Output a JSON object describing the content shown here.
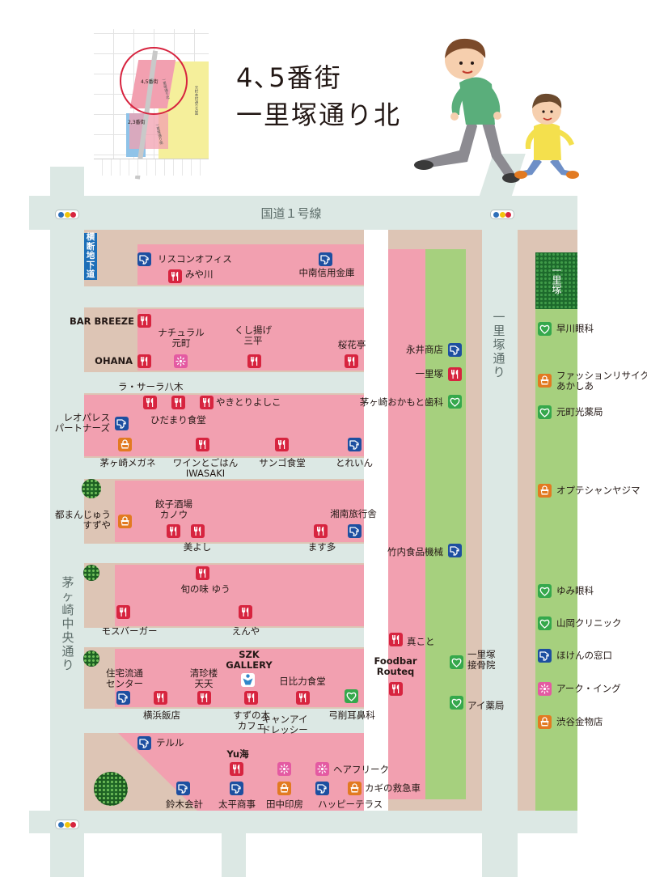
{
  "title": {
    "line1": "4､5番街",
    "line2": "一里塚通り北"
  },
  "streets": {
    "kokudo": "国道１号線",
    "ichirizuka": [
      "一",
      "里",
      "塚",
      "通",
      "り"
    ],
    "chigasaki": [
      "茅",
      "ヶ",
      "崎",
      "中",
      "央",
      "通",
      "り"
    ],
    "crossing": [
      "横",
      "断",
      "地",
      "下",
      "道"
    ]
  },
  "landmark": {
    "name": "一里塚"
  },
  "inset": {
    "circle_label": "4,5番街",
    "left_label": "2,3番街",
    "road_a": "一里塚通り北",
    "road_b": "一里塚通り南",
    "road_c": "元町本村通り方面"
  },
  "colors": {
    "food": "#d7243f",
    "office": "#1d4fa0",
    "shop": "#e27a21",
    "medical": "#35a84c",
    "beauty": "#e45aa2",
    "pink_block": "#f2a0b0",
    "green_block": "#a6d07e",
    "road": "#dce8e4",
    "tan": "#ddc5b5"
  },
  "places": [
    {
      "icon": "office-icon",
      "kind": "office",
      "label": "リスコンオフィス"
    },
    {
      "icon": "food-icon",
      "kind": "food",
      "label": "みや川"
    },
    {
      "icon": "office-icon",
      "kind": "office",
      "label": "中南信用金庫"
    },
    {
      "icon": "food-icon",
      "kind": "food",
      "label": "BAR BREEZE"
    },
    {
      "icon": "beauty-icon",
      "kind": "beauty",
      "label": "ナチュラル\n元町"
    },
    {
      "icon": "food-icon",
      "kind": "food",
      "label": "くし揚げ\n三平"
    },
    {
      "icon": "food-icon",
      "kind": "food",
      "label": "桜花亭"
    },
    {
      "icon": "food-icon",
      "kind": "food",
      "label": "OHANA"
    },
    {
      "icon": "office-icon",
      "kind": "office",
      "label": "永井商店"
    },
    {
      "icon": "food-icon",
      "kind": "food",
      "label": "一里塚"
    },
    {
      "icon": "medical-icon",
      "kind": "medical",
      "label": "茅ヶ崎おかもと歯科"
    },
    {
      "icon": "food-icon",
      "kind": "food",
      "label": "ラ・サーラ八木"
    },
    {
      "icon": "food-icon",
      "kind": "food",
      "label": "ひだまり食堂"
    },
    {
      "icon": "food-icon",
      "kind": "food",
      "label": "やきとりよしこ"
    },
    {
      "icon": "office-icon",
      "kind": "office",
      "label": "レオパレス\nパートナーズ"
    },
    {
      "icon": "shop-icon",
      "kind": "shop",
      "label": "茅ヶ崎メガネ"
    },
    {
      "icon": "food-icon",
      "kind": "food",
      "label": "ワインとごはん\nIWASAKI"
    },
    {
      "icon": "food-icon",
      "kind": "food",
      "label": "サンゴ食堂"
    },
    {
      "icon": "office-icon",
      "kind": "office",
      "label": "とれいん"
    },
    {
      "icon": "food-icon",
      "kind": "food",
      "label": "餃子酒場\nカノウ"
    },
    {
      "icon": "food-icon",
      "kind": "food",
      "label": "美よし"
    },
    {
      "icon": "food-icon",
      "kind": "food",
      "label": "ます多"
    },
    {
      "icon": "shop-icon",
      "kind": "shop",
      "label": "都まんじゅう\nすずや"
    },
    {
      "icon": "office-icon",
      "kind": "office",
      "label": "湘南旅行舎"
    },
    {
      "icon": "office-icon",
      "kind": "office",
      "label": "竹内食品機械"
    },
    {
      "icon": "food-icon",
      "kind": "food",
      "label": "旬の味 ゆう"
    },
    {
      "icon": "food-icon",
      "kind": "food",
      "label": "モスバーガー"
    },
    {
      "icon": "food-icon",
      "kind": "food",
      "label": "えんや"
    },
    {
      "icon": "food-icon",
      "kind": "food",
      "label": "真こと"
    },
    {
      "icon": "food-icon",
      "kind": "food",
      "label": "Foodbar\nRouteq"
    },
    {
      "icon": "medical-icon",
      "kind": "medical",
      "label": "一里塚\n接骨院"
    },
    {
      "icon": "medical-icon",
      "kind": "medical",
      "label": "アイ薬局"
    },
    {
      "icon": "office-icon",
      "kind": "office",
      "label": "住宅流通\nセンター"
    },
    {
      "icon": "food-icon",
      "kind": "food",
      "label": "横浜飯店"
    },
    {
      "icon": "food-icon",
      "kind": "food",
      "label": "清珍楼\n天天"
    },
    {
      "icon": "gallery-icon",
      "kind": "gallery",
      "label": "SZK\nGALLERY"
    },
    {
      "icon": "food-icon",
      "kind": "food",
      "label": "すずの木\nカフェ"
    },
    {
      "icon": "food-icon",
      "kind": "food",
      "label": "日比力食堂"
    },
    {
      "icon": "medical-icon",
      "kind": "medical",
      "label": "弓削耳鼻科"
    },
    {
      "icon": "office-icon",
      "kind": "office",
      "label": "テルル"
    },
    {
      "icon": "food-icon",
      "kind": "food",
      "label": "Yu海"
    },
    {
      "icon": "beauty-icon",
      "kind": "beauty",
      "label": "キャンアイ\nドレッシー"
    },
    {
      "icon": "beauty-icon",
      "kind": "beauty",
      "label": "ヘアフリーク"
    },
    {
      "icon": "office-icon",
      "kind": "office",
      "label": "鈴木会計"
    },
    {
      "icon": "office-icon",
      "kind": "office",
      "label": "太平商事"
    },
    {
      "icon": "shop-icon",
      "kind": "shop",
      "label": "田中印房"
    },
    {
      "icon": "office-icon",
      "kind": "office",
      "label": "ハッピーテラス"
    },
    {
      "icon": "shop-icon",
      "kind": "shop",
      "label": "カギの救急車"
    },
    {
      "icon": "medical-icon",
      "kind": "medical",
      "label": "早川眼科"
    },
    {
      "icon": "shop-icon",
      "kind": "shop",
      "label": "ファッションリサイクル\nあかしあ"
    },
    {
      "icon": "medical-icon",
      "kind": "medical",
      "label": "元町光薬局"
    },
    {
      "icon": "shop-icon",
      "kind": "shop",
      "label": "オプテシャンヤジマ"
    },
    {
      "icon": "medical-icon",
      "kind": "medical",
      "label": "ゆみ眼科"
    },
    {
      "icon": "medical-icon",
      "kind": "medical",
      "label": "山岡クリニック"
    },
    {
      "icon": "office-icon",
      "kind": "office",
      "label": "ほけんの窓口"
    },
    {
      "icon": "beauty-icon",
      "kind": "beauty",
      "label": "アーク・イング"
    },
    {
      "icon": "shop-icon",
      "kind": "shop",
      "label": "渋谷金物店"
    }
  ]
}
